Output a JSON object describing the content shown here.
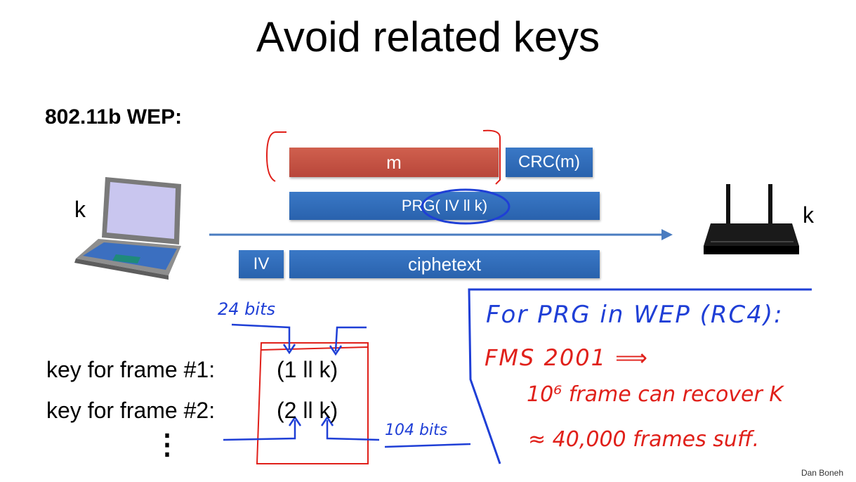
{
  "slide": {
    "title": "Avoid related keys",
    "subtitle": "802.11b WEP:",
    "footer": "Dan Boneh"
  },
  "diagram": {
    "sender_key": "k",
    "receiver_key": "k",
    "message": "m",
    "crc": "CRC(m)",
    "prg_label": "PRG(",
    "prg_args": "IV ll  k)",
    "iv": "IV",
    "ciphertext": "ciphetext"
  },
  "keys": {
    "frame1_label": "key for frame #1:",
    "frame1_value": "(1 ll k)",
    "frame2_label": "key for frame #2:",
    "frame2_value": "(2 ll k)",
    "ellipsis": "⋮"
  },
  "annotations": {
    "bits24": "24 bits",
    "bits104": "104 bits",
    "note_line1": "For PRG in WEP (RC4):",
    "note_line2": "FMS 2001  ⟹",
    "note_line3": "10⁶ frame can recover K",
    "note_line4": "≈ 40,000 frames suff."
  },
  "colors": {
    "red_bar": "#c0513f",
    "blue_bar": "#2e68b3",
    "ink_blue": "#1f3fd6",
    "ink_red": "#e0201a"
  }
}
